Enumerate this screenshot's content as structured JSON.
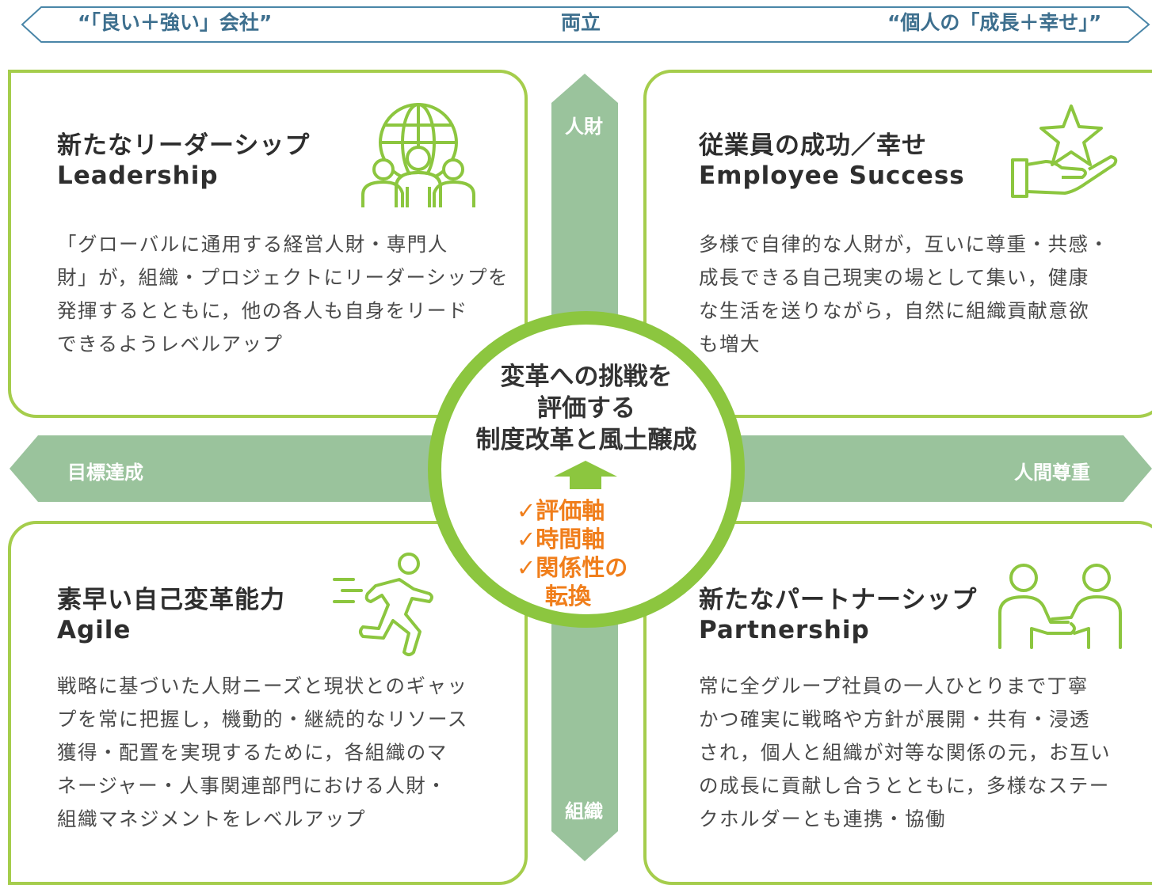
{
  "banner": {
    "left": "“「良い＋強い」会社”",
    "center": "両立",
    "right": "“個人の「成長＋幸せ」”"
  },
  "axes": {
    "top": "人財",
    "bottom": "組織",
    "left": "目標達成",
    "right": "人間尊重"
  },
  "center": {
    "lines": [
      "変革への挑戦を",
      "評価する",
      "制度改革と風土醸成"
    ],
    "checks": [
      "✓評価軸",
      "✓時間軸",
      "✓関係性の",
      "転換"
    ]
  },
  "quadrants": [
    {
      "title": "新たなリーダーシップ",
      "title_en": "Leadership",
      "icon": "globe-people-icon",
      "body": [
        "「グローバルに通用する経営人財・専門人",
        "財」が，組織・プロジェクトにリーダーシップを",
        "発揮するとともに，他の各人も自身をリード",
        "できるようレベルアップ"
      ]
    },
    {
      "title": "従業員の成功／幸せ",
      "title_en": "Employee Success",
      "icon": "hand-star-icon",
      "body": [
        "多様で自律的な人財が，互いに尊重・共感・",
        "成長できる自己現実の場として集い，健康",
        "な生活を送りながら，自然に組織貢献意欲",
        "も増大"
      ]
    },
    {
      "title": "素早い自己変革能力",
      "title_en": "Agile",
      "icon": "running-person-icon",
      "body": [
        "戦略に基づいた人財ニーズと現状とのギャッ",
        "プを常に把握し，機動的・継続的なリソース",
        "獲得・配置を実現するために，各組織のマ",
        "ネージャー・人事関連部門における人財・",
        "組織マネジメントをレベルアップ"
      ]
    },
    {
      "title": "新たなパートナーシップ",
      "title_en": "Partnership",
      "icon": "handshake-people-icon",
      "body": [
        "常に全グループ社員の一人ひとりまで丁寧",
        "かつ確実に戦略や方針が展開・共有・浸透",
        "され，個人と組織が対等な関係の元，お互い",
        "の成長に貢献し合うとともに，多様なステー",
        "クホルダーとも連携・協働"
      ]
    }
  ],
  "colors": {
    "card_border": "#a5cd4c",
    "arrow": "#9ac39c",
    "circle_border": "#8cc63f",
    "check_text": "#f07e1b",
    "banner_text": "#3d6f8e",
    "icon": "#8cc63f"
  }
}
